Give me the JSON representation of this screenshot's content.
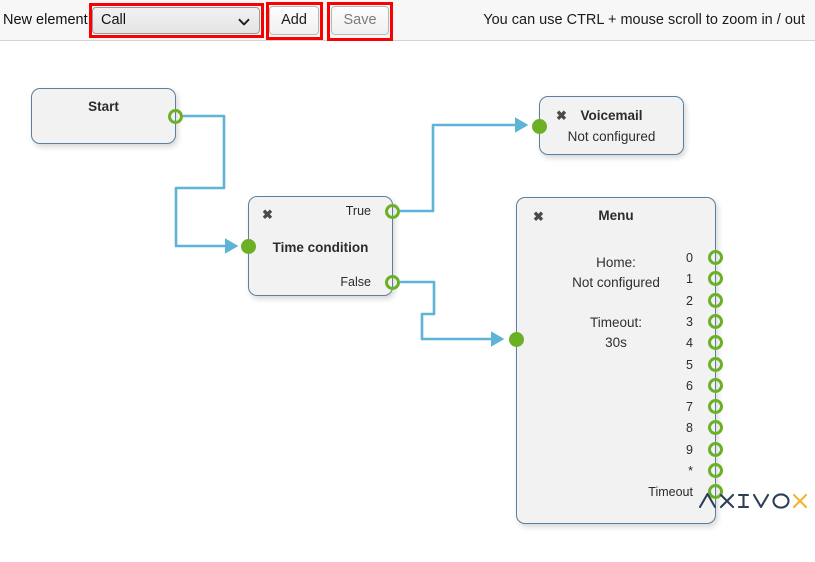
{
  "toolbar": {
    "new_element_label": "New element",
    "element_select": {
      "value": "Call",
      "icon": "chevron-down-icon",
      "options": [
        "Call"
      ]
    },
    "add_label": "Add",
    "save_label": "Save",
    "hint": "You can use CTRL + mouse scroll to zoom in / out"
  },
  "annotations": {
    "highlight_color": "#fb0000",
    "arrow_color": "#fb0000",
    "arrow_count": 3
  },
  "palette": {
    "edge": "#5eb3d6",
    "port_green": "#6cb025",
    "node_border": "#5b7f9e",
    "node_fill": "#f2f2f2",
    "toolbar_bg": "#f7f7f7"
  },
  "nodes": [
    {
      "id": "start",
      "title": "Start",
      "subtitle": "",
      "closable": false,
      "inputs": [],
      "outputs": [
        {
          "label": ""
        }
      ]
    },
    {
      "id": "timecond",
      "title": "Time condition",
      "subtitle": "",
      "closable": true,
      "close_icon": "close-icon",
      "inputs": [
        {
          "label": ""
        }
      ],
      "outputs": [
        {
          "label": "True"
        },
        {
          "label": "False"
        }
      ]
    },
    {
      "id": "voicemail",
      "title": "Voicemail",
      "subtitle": "Not configured",
      "closable": true,
      "close_icon": "close-icon",
      "inputs": [
        {
          "label": ""
        }
      ],
      "outputs": []
    },
    {
      "id": "menu",
      "title": "Menu",
      "closable": true,
      "close_icon": "close-icon",
      "detail_lines": [
        "Home:",
        "Not configured",
        "",
        "Timeout:",
        "30s"
      ],
      "home_label": "Home:",
      "home_value": "Not configured",
      "timeout_label": "Timeout:",
      "timeout_value": "30s",
      "inputs": [
        {
          "label": ""
        }
      ],
      "outputs": [
        {
          "label": "0"
        },
        {
          "label": "1"
        },
        {
          "label": "2"
        },
        {
          "label": "3"
        },
        {
          "label": "4"
        },
        {
          "label": "5"
        },
        {
          "label": "6"
        },
        {
          "label": "7"
        },
        {
          "label": "8"
        },
        {
          "label": "9"
        },
        {
          "label": "*"
        },
        {
          "label": "Timeout"
        }
      ]
    }
  ],
  "edges": [
    {
      "from": "start.out",
      "to": "timecond.in"
    },
    {
      "from": "timecond.True",
      "to": "voicemail.in"
    },
    {
      "from": "timecond.False",
      "to": "menu.in"
    }
  ],
  "brand": {
    "name": "AXIVOX",
    "letters_dark": "AXIVO",
    "letter_accent": "X",
    "dark_color": "#2d3e57",
    "accent_color": "#f5b335"
  }
}
